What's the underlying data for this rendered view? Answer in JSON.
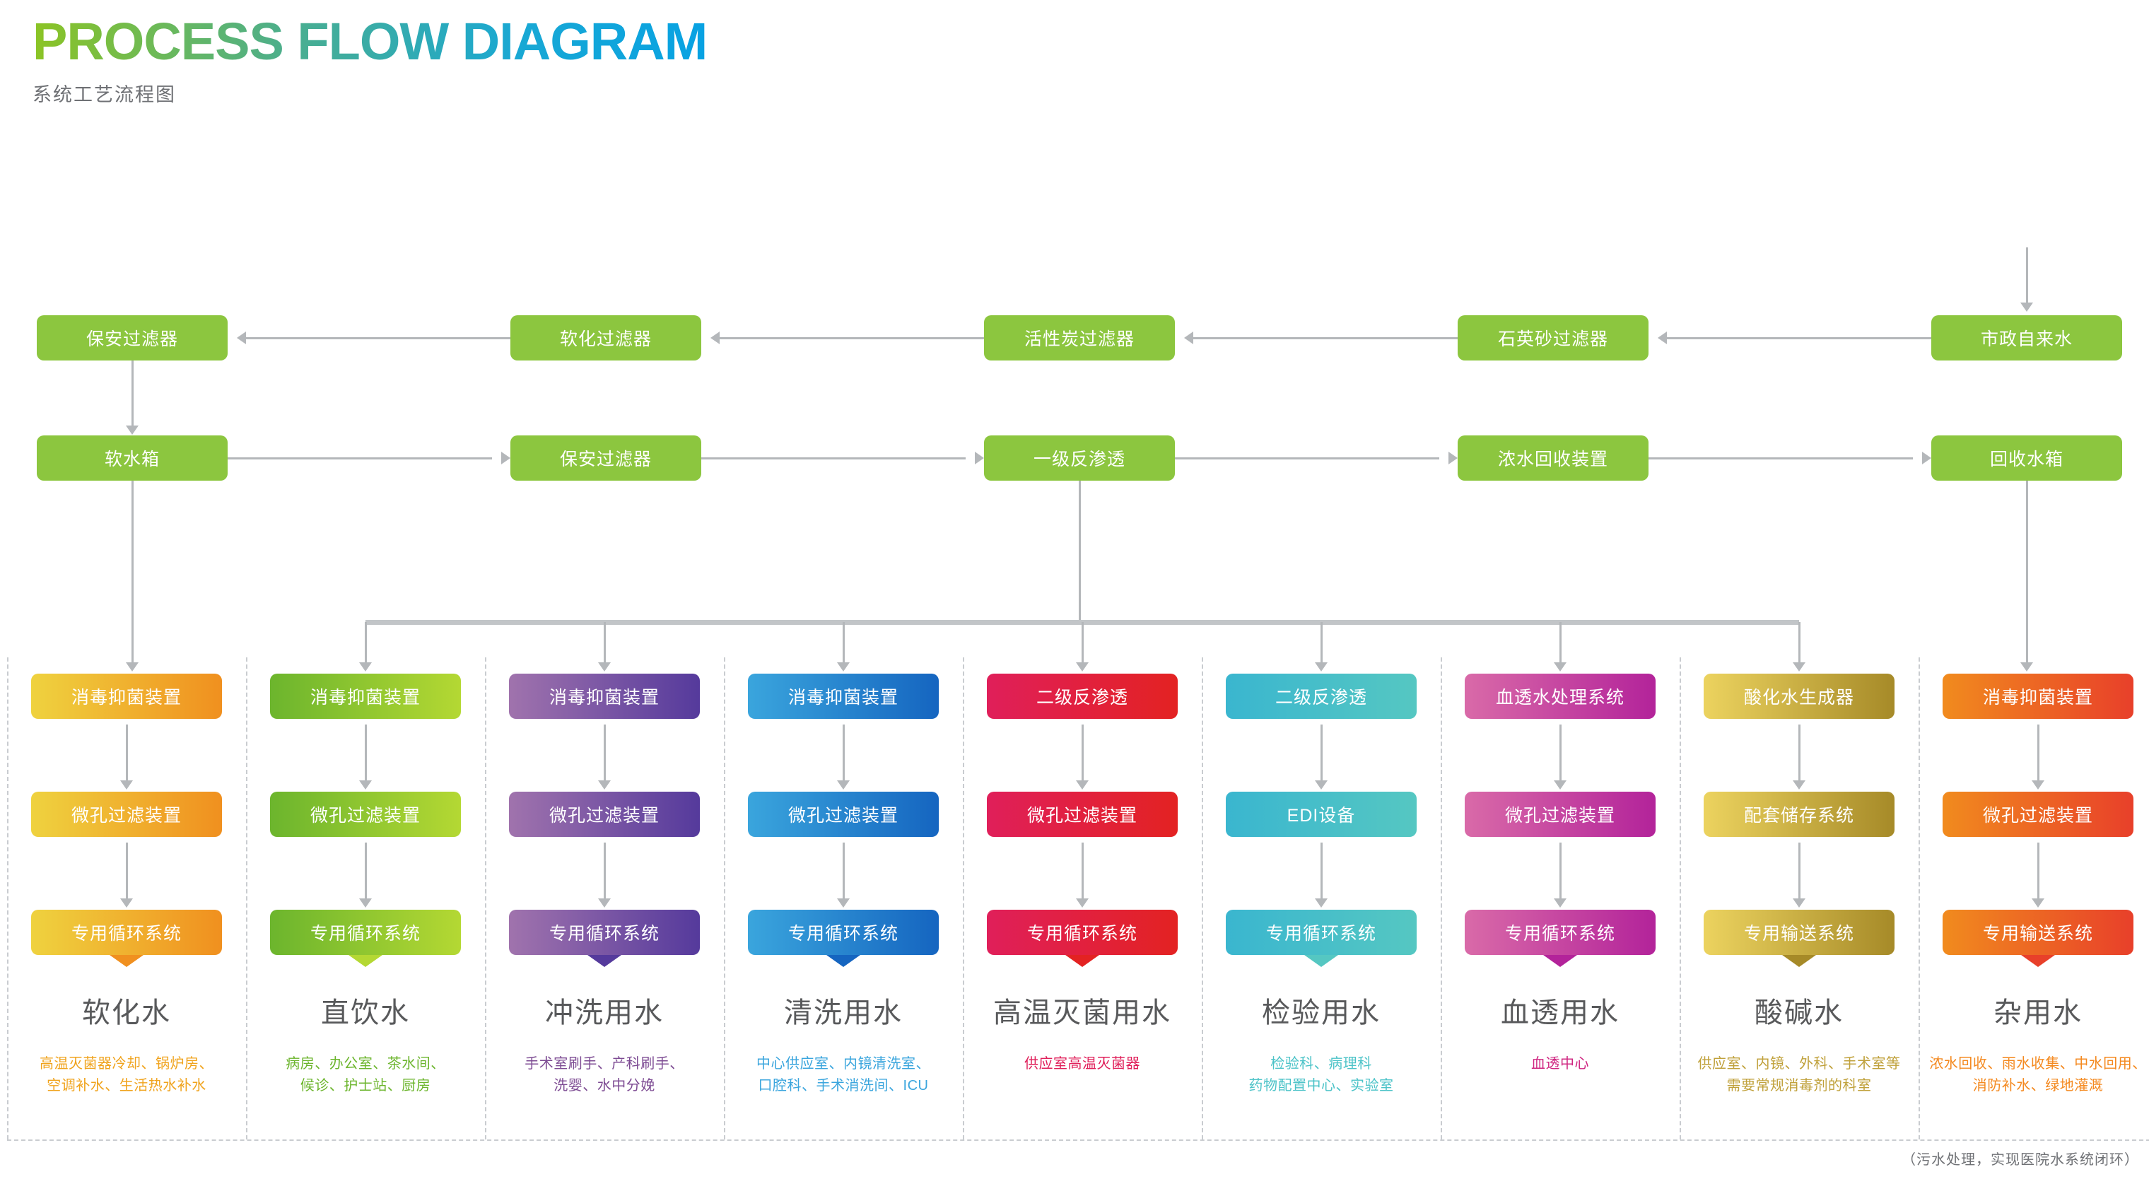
{
  "header": {
    "title": "PROCESS FLOW DIAGRAM",
    "subtitle": "系统工艺流程图",
    "title_gradient_from": "#8cc63f",
    "title_gradient_to": "#07a2e3"
  },
  "pretreatment": {
    "box_color": "#8cc63f",
    "row1": [
      {
        "label": "保安过滤器"
      },
      {
        "label": "软化过滤器"
      },
      {
        "label": "活性炭过滤器"
      },
      {
        "label": "石英砂过滤器"
      },
      {
        "label": "市政自来水"
      }
    ],
    "row2": [
      {
        "label": "软水箱"
      },
      {
        "label": "保安过滤器"
      },
      {
        "label": "一级反渗透"
      },
      {
        "label": "浓水回收装置"
      },
      {
        "label": "回收水箱"
      }
    ]
  },
  "columns": [
    {
      "caption": "软化水",
      "color_from": "#efd23f",
      "color_to": "#f0901f",
      "text_color": "#f0a31c",
      "steps": [
        "消毒抑菌装置",
        "微孔过滤装置",
        "专用循环系统"
      ],
      "desc": [
        "高温灭菌器冷却、锅炉房、",
        "空调补水、生活热水补水"
      ]
    },
    {
      "caption": "直饮水",
      "color_from": "#6cb52d",
      "color_to": "#b4d833",
      "text_color": "#6cb52d",
      "steps": [
        "消毒抑菌装置",
        "微孔过滤装置",
        "专用循环系统"
      ],
      "desc": [
        "病房、办公室、茶水间、",
        "候诊、护士站、厨房"
      ]
    },
    {
      "caption": "冲洗用水",
      "color_from": "#a073ad",
      "color_to": "#553a9c",
      "text_color": "#7d4b93",
      "steps": [
        "消毒抑菌装置",
        "微孔过滤装置",
        "专用循环系统"
      ],
      "desc": [
        "手术室刷手、产科刷手、",
        "洗婴、水中分娩"
      ]
    },
    {
      "caption": "清洗用水",
      "color_from": "#3aa5dd",
      "color_to": "#1565c0",
      "text_color": "#3aa5dd",
      "steps": [
        "消毒抑菌装置",
        "微孔过滤装置",
        "专用循环系统"
      ],
      "desc": [
        "中心供应室、内镜清洗室、",
        "口腔科、手术消洗间、ICU"
      ]
    },
    {
      "caption": "高温灭菌用水",
      "color_from": "#e01f5a",
      "color_to": "#e32222",
      "text_color": "#e01f5a",
      "steps": [
        "二级反渗透",
        "微孔过滤装置",
        "专用循环系统"
      ],
      "desc": [
        "供应室高温灭菌器"
      ]
    },
    {
      "caption": "检验用水",
      "color_from": "#3ab6cf",
      "color_to": "#55c7c2",
      "text_color": "#4cc3c8",
      "steps": [
        "二级反渗透",
        "EDI设备",
        "专用循环系统"
      ],
      "desc": [
        "检验科、病理科",
        "药物配置中心、实验室"
      ]
    },
    {
      "caption": "血透用水",
      "color_from": "#d96aa8",
      "color_to": "#b3239a",
      "text_color": "#cf2580",
      "steps": [
        "血透水处理系统",
        "微孔过滤装置",
        "专用循环系统"
      ],
      "desc": [
        "血透中心"
      ]
    },
    {
      "caption": "酸碱水",
      "color_from": "#ecd35f",
      "color_to": "#a68a28",
      "text_color": "#c0a13b",
      "steps": [
        "酸化水生成器",
        "配套储存系统",
        "专用输送系统"
      ],
      "desc": [
        "供应室、内镜、外科、手术室等",
        "需要常规消毒剂的科室"
      ]
    },
    {
      "caption": "杂用水",
      "color_from": "#f18b1e",
      "color_to": "#e8402a",
      "text_color": "#f4891f",
      "steps": [
        "消毒抑菌装置",
        "微孔过滤装置",
        "专用输送系统"
      ],
      "desc": [
        "浓水回收、雨水收集、中水回用、",
        "消防补水、绿地灌溉"
      ]
    }
  ],
  "footer": {
    "note": "（污水处理，实现医院水系统闭环）"
  }
}
